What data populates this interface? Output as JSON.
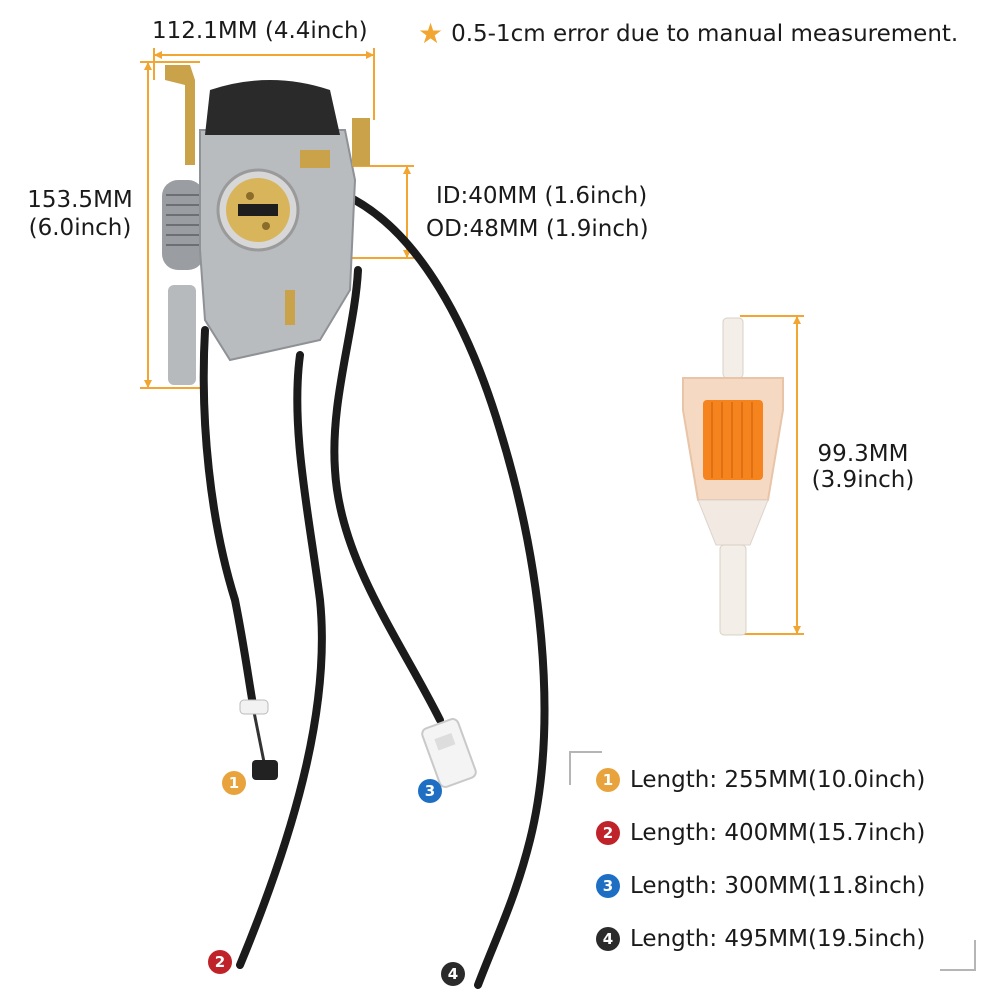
{
  "note": {
    "icon": "star-icon",
    "text": "0.5-1cm error due to manual measurement."
  },
  "dimensions": {
    "width": "112.1MM (4.4inch)",
    "height_mm": "153.5MM",
    "height_in": "(6.0inch)",
    "id": "ID:40MM (1.6inch)",
    "od": "OD:48MM (1.9inch)",
    "filter_mm": "99.3MM",
    "filter_in": "(3.9inch)"
  },
  "hoses": [
    {
      "num": "1",
      "color": "#e8a33c",
      "label": "Length: 255MM(10.0inch)"
    },
    {
      "num": "2",
      "color": "#c0222a",
      "label": "Length: 400MM(15.7inch)"
    },
    {
      "num": "3",
      "color": "#1e6fc4",
      "label": "Length: 300MM(11.8inch)"
    },
    {
      "num": "4",
      "color": "#2b2b2b",
      "label": "Length: 495MM(19.5inch)"
    }
  ],
  "colors": {
    "dimension_line": "#f2a531",
    "hose": "#1b1b1b",
    "metal": "#b9bcbf",
    "brass": "#c9a24a",
    "filter_body": "#f6d9c2",
    "filter_core": "#f5841f"
  }
}
